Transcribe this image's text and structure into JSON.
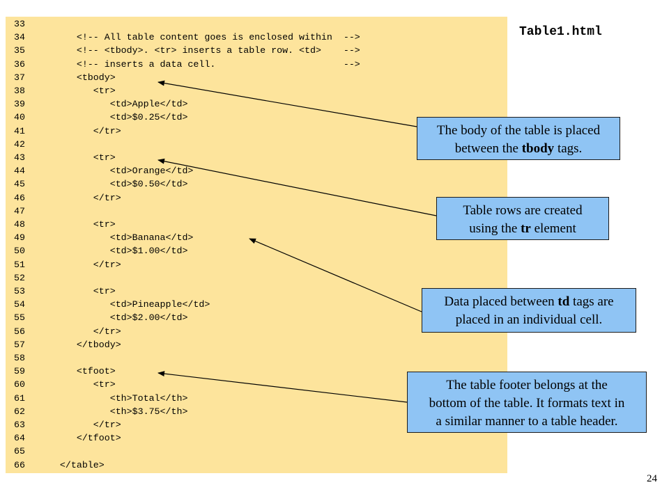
{
  "title": "Table1.html",
  "page_number": "24",
  "code_lines": [
    {
      "n": "33",
      "text": ""
    },
    {
      "n": "34",
      "text": "        <!-- All table content goes is enclosed within  -->"
    },
    {
      "n": "35",
      "text": "        <!-- <tbody>. <tr> inserts a table row. <td>    -->"
    },
    {
      "n": "36",
      "text": "        <!-- inserts a data cell.                       -->"
    },
    {
      "n": "37",
      "text": "        <tbody>"
    },
    {
      "n": "38",
      "text": "           <tr>"
    },
    {
      "n": "39",
      "text": "              <td>Apple</td>"
    },
    {
      "n": "40",
      "text": "              <td>$0.25</td>"
    },
    {
      "n": "41",
      "text": "           </tr>"
    },
    {
      "n": "42",
      "text": ""
    },
    {
      "n": "43",
      "text": "           <tr>"
    },
    {
      "n": "44",
      "text": "              <td>Orange</td>"
    },
    {
      "n": "45",
      "text": "              <td>$0.50</td>"
    },
    {
      "n": "46",
      "text": "           </tr>"
    },
    {
      "n": "47",
      "text": ""
    },
    {
      "n": "48",
      "text": "           <tr>"
    },
    {
      "n": "49",
      "text": "              <td>Banana</td>"
    },
    {
      "n": "50",
      "text": "              <td>$1.00</td>"
    },
    {
      "n": "51",
      "text": "           </tr>"
    },
    {
      "n": "52",
      "text": ""
    },
    {
      "n": "53",
      "text": "           <tr>"
    },
    {
      "n": "54",
      "text": "              <td>Pineapple</td>"
    },
    {
      "n": "55",
      "text": "              <td>$2.00</td>"
    },
    {
      "n": "56",
      "text": "           </tr>"
    },
    {
      "n": "57",
      "text": "        </tbody>"
    },
    {
      "n": "58",
      "text": ""
    },
    {
      "n": "59",
      "text": "        <tfoot>"
    },
    {
      "n": "60",
      "text": "           <tr>"
    },
    {
      "n": "61",
      "text": "              <th>Total</th>"
    },
    {
      "n": "62",
      "text": "              <th>$3.75</th>"
    },
    {
      "n": "63",
      "text": "           </tr>"
    },
    {
      "n": "64",
      "text": "        </tfoot>"
    },
    {
      "n": "65",
      "text": ""
    },
    {
      "n": "66",
      "text": "     </table>"
    }
  ],
  "callouts": {
    "tbody": {
      "line1": "The body of the table is placed",
      "line2_pre": "between the ",
      "line2_bold": "tbody",
      "line2_post": " tags."
    },
    "tr": {
      "line1": "Table rows are created",
      "line2_pre": "using the ",
      "line2_bold": "tr",
      "line2_post": " element"
    },
    "td": {
      "line1_pre": "Data placed between ",
      "line1_bold": "td",
      "line1_post": " tags are",
      "line2": "placed in an individual cell."
    },
    "tfoot": {
      "line1": "The table footer belongs at the",
      "line2": "bottom of the table. It formats text in",
      "line3": "a similar manner to a table header."
    }
  },
  "colors": {
    "code_bg": "#fde49c",
    "callout_bg": "#8fc4f4",
    "tag_color": "#000066"
  }
}
